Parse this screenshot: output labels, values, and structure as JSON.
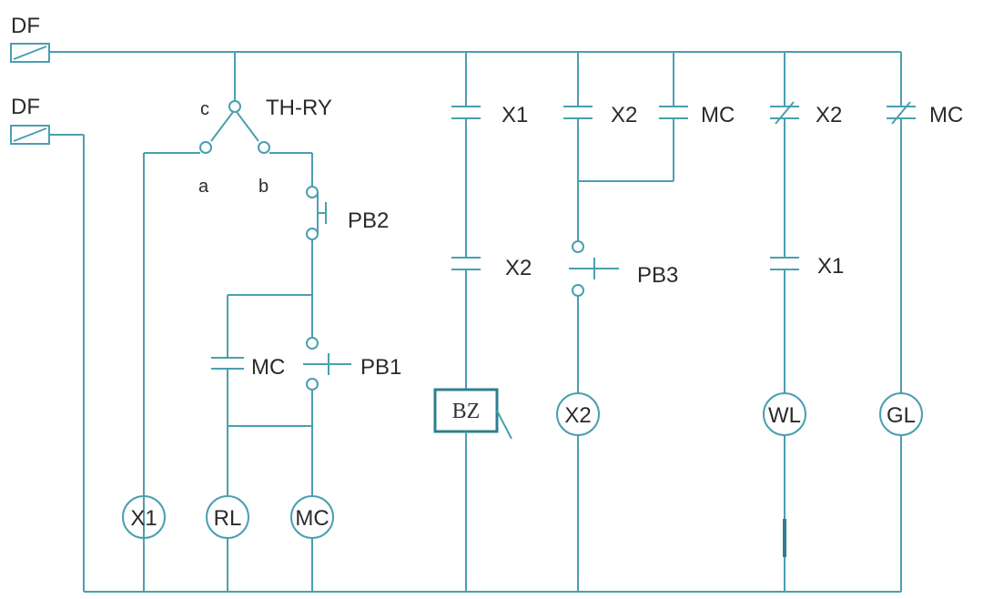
{
  "diagram": {
    "labels": {
      "df_top": "DF",
      "df_bottom": "DF",
      "thry": "TH-RY",
      "c": "c",
      "a": "a",
      "b": "b",
      "pb2": "PB2",
      "pb1": "PB1",
      "mc_contact_left": "MC",
      "x1_contact": "X1",
      "x2_contact": "X2",
      "x2_contact_top": "X2",
      "mc_contact_top": "MC",
      "pb3": "PB3",
      "x2_nc": "X2",
      "x1_contact_wl": "X1",
      "mc_nc": "MC"
    },
    "coils": {
      "x1": "X1",
      "rl": "RL",
      "mc": "MC",
      "bz": "BZ",
      "x2": "X2",
      "wl": "WL",
      "gl": "GL"
    },
    "colors": {
      "wire": "#4a9fb0",
      "text": "#2a2a2a"
    }
  }
}
